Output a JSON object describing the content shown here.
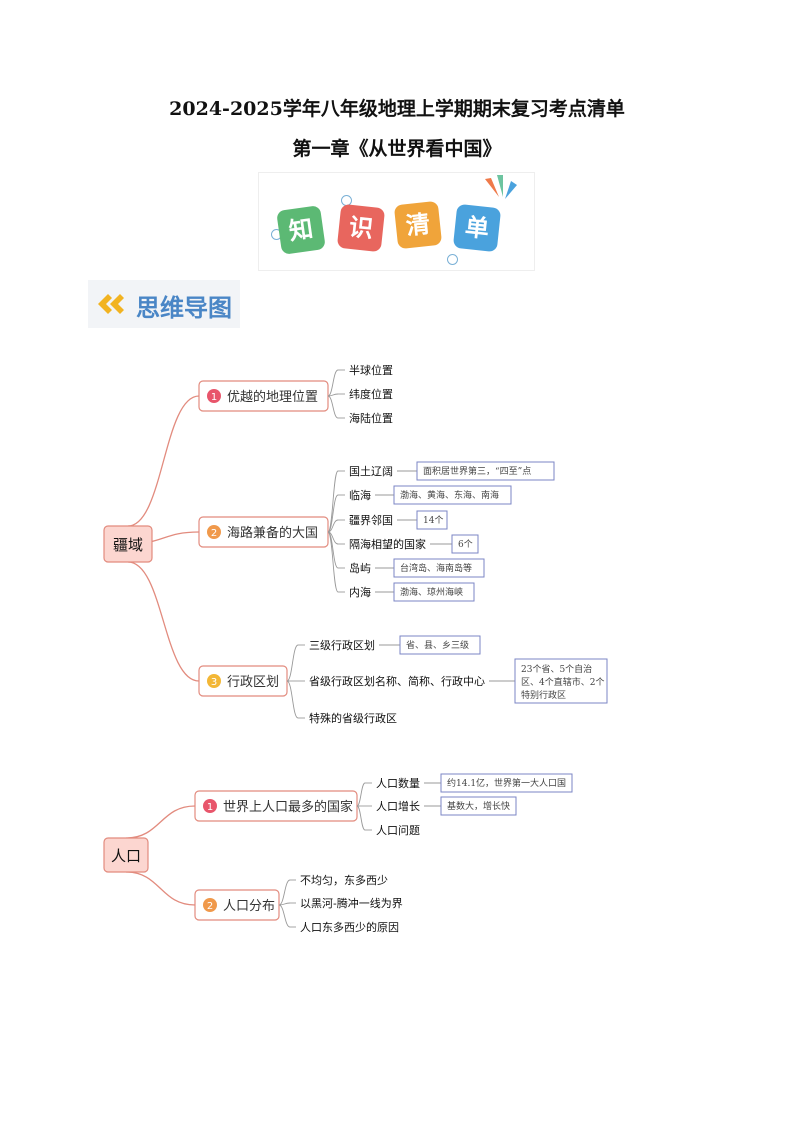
{
  "title": "2024-2025学年八年级地理上学期期末复习考点清单",
  "subtitle": "第一章《从世界看中国》",
  "banner": {
    "chars": [
      "知",
      "识",
      "清",
      "单"
    ]
  },
  "mindmap_header": "思维导图",
  "colors": {
    "branch_line": "#e28b7e",
    "root_fill": "#fcd6d0",
    "badge1": "#e8556b",
    "badge2": "#f0994b",
    "badge3": "#f3b736",
    "note_border": "#7b86c4"
  },
  "map1": {
    "root": "疆域",
    "branches": [
      {
        "num": "1",
        "label": "优越的地理位置",
        "leaves": [
          {
            "text": "半球位置"
          },
          {
            "text": "纬度位置"
          },
          {
            "text": "海陆位置"
          }
        ]
      },
      {
        "num": "2",
        "label": "海路兼备的大国",
        "leaves": [
          {
            "text": "国土辽阔",
            "note": "面积居世界第三，“四至”点"
          },
          {
            "text": "临海",
            "note": "渤海、黄海、东海、南海"
          },
          {
            "text": "疆界邻国",
            "note": "14个"
          },
          {
            "text": "隔海相望的国家",
            "note": "6个"
          },
          {
            "text": "岛屿",
            "note": "台湾岛、海南岛等"
          },
          {
            "text": "内海",
            "note": "渤海、琼州海峡"
          }
        ]
      },
      {
        "num": "3",
        "label": "行政区划",
        "leaves": [
          {
            "text": "三级行政区划",
            "note": "省、县、乡三级"
          },
          {
            "text": "省级行政区划名称、简称、行政中心",
            "note": "23个省、5个自治区、4个直辖市、2个特别行政区"
          },
          {
            "text": "特殊的省级行政区"
          }
        ]
      }
    ]
  },
  "map2": {
    "root": "人口",
    "branches": [
      {
        "num": "1",
        "label": "世界上人口最多的国家",
        "leaves": [
          {
            "text": "人口数量",
            "note": "约14.1亿，世界第一大人口国"
          },
          {
            "text": "人口增长",
            "note": "基数大，增长快"
          },
          {
            "text": "人口问题"
          }
        ]
      },
      {
        "num": "2",
        "label": "人口分布",
        "leaves": [
          {
            "text": "不均匀，东多西少"
          },
          {
            "text": "以黑河-腾冲一线为界"
          },
          {
            "text": "人口东多西少的原因"
          }
        ]
      }
    ]
  }
}
